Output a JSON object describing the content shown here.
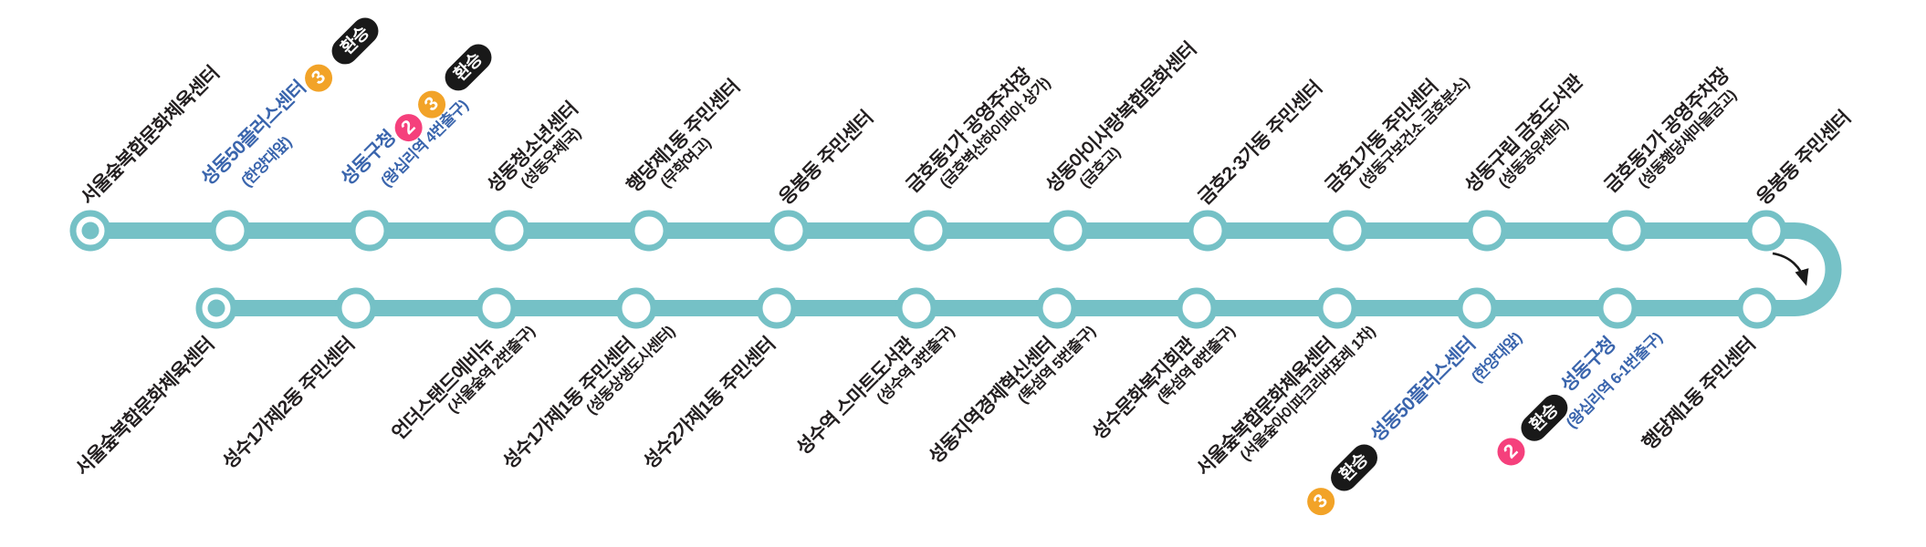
{
  "route": {
    "transfer_label": "환승",
    "colors": {
      "line": "#75c1c6",
      "station_fill": "#ffffff",
      "station_text": "#231f20",
      "transfer_text": "#3a65ad",
      "badge_2": "#f5407c",
      "badge_3": "#f2a328",
      "transfer_pill_bg": "#191919",
      "arrow": "#1a1a1a"
    },
    "top_row": {
      "stations": [
        {
          "name": "서울숲복합문화체육센터",
          "sub": "",
          "badges": [],
          "transfer": false,
          "terminal": true
        },
        {
          "name": "성동50플러스센터",
          "sub": "(한양대앞)",
          "badges": [
            "3"
          ],
          "transfer": true,
          "terminal": false,
          "badges_position": "after"
        },
        {
          "name": "성동구청",
          "sub": "(왕십리역 4번출구)",
          "badges": [
            "2",
            "3"
          ],
          "transfer": true,
          "terminal": false,
          "badges_position": "after"
        },
        {
          "name": "성동청소년센터",
          "sub": "(성동우체국)",
          "badges": [],
          "transfer": false,
          "terminal": false
        },
        {
          "name": "행당제1동 주민센터",
          "sub": "(무학여고)",
          "badges": [],
          "transfer": false,
          "terminal": false
        },
        {
          "name": "응봉동 주민센터",
          "sub": "",
          "badges": [],
          "transfer": false,
          "terminal": false
        },
        {
          "name": "금호동1가 공영주차장",
          "sub": "(금호벽산하이피아 상가)",
          "badges": [],
          "transfer": false,
          "terminal": false
        },
        {
          "name": "성동아이사랑복합문화센터",
          "sub": "(금호고)",
          "badges": [],
          "transfer": false,
          "terminal": false
        },
        {
          "name": "금호2·3가동 주민센터",
          "sub": "",
          "badges": [],
          "transfer": false,
          "terminal": false
        },
        {
          "name": "금호1가동 주민센터",
          "sub": "(성동구보건소 금호분소)",
          "badges": [],
          "transfer": false,
          "terminal": false
        },
        {
          "name": "성동구립 금호도서관",
          "sub": "(성동공유센터)",
          "badges": [],
          "transfer": false,
          "terminal": false
        },
        {
          "name": "금호동1가 공영주차장",
          "sub": "(성동행당새마을금고)",
          "badges": [],
          "transfer": false,
          "terminal": false
        },
        {
          "name": "응봉동 주민센터",
          "sub": "",
          "badges": [],
          "transfer": false,
          "terminal": false
        }
      ]
    },
    "bottom_row": {
      "stations": [
        {
          "name": "서울숲복합문화체육센터",
          "sub": "",
          "badges": [],
          "transfer": false,
          "terminal": true
        },
        {
          "name": "성수1가제2동 주민센터",
          "sub": "",
          "badges": [],
          "transfer": false,
          "terminal": false
        },
        {
          "name": "언더스탠드에비뉴",
          "sub": "(서울숲역 2번출구)",
          "badges": [],
          "transfer": false,
          "terminal": false
        },
        {
          "name": "성수1가제1동 주민센터",
          "sub": "(성동상생도시센터)",
          "badges": [],
          "transfer": false,
          "terminal": false
        },
        {
          "name": "성수2가제1동 주민센터",
          "sub": "",
          "badges": [],
          "transfer": false,
          "terminal": false
        },
        {
          "name": "성수역 스마트도서관",
          "sub": "(성수역 3번출구)",
          "badges": [],
          "transfer": false,
          "terminal": false
        },
        {
          "name": "성동지역경제혁신센터",
          "sub": "(뚝섬역 5번출구)",
          "badges": [],
          "transfer": false,
          "terminal": false
        },
        {
          "name": "성수문화복지회관",
          "sub": "(뚝섬역 8번출구)",
          "badges": [],
          "transfer": false,
          "terminal": false
        },
        {
          "name": "서울숲복합문화체육센터",
          "sub": "(서울숲아이파크리버포레 1차)",
          "badges": [],
          "transfer": false,
          "terminal": false
        },
        {
          "name": "성동50플러스센터",
          "sub": "(한양대앞)",
          "badges": [
            "3"
          ],
          "transfer": true,
          "terminal": false,
          "badges_position": "before"
        },
        {
          "name": "성동구청",
          "sub": "(왕십리역 6-1번출구)",
          "badges": [
            "2"
          ],
          "transfer": true,
          "terminal": false,
          "badges_position": "before"
        },
        {
          "name": "행당제1동 주민센터",
          "sub": "",
          "badges": [],
          "transfer": false,
          "terminal": false
        }
      ]
    }
  }
}
